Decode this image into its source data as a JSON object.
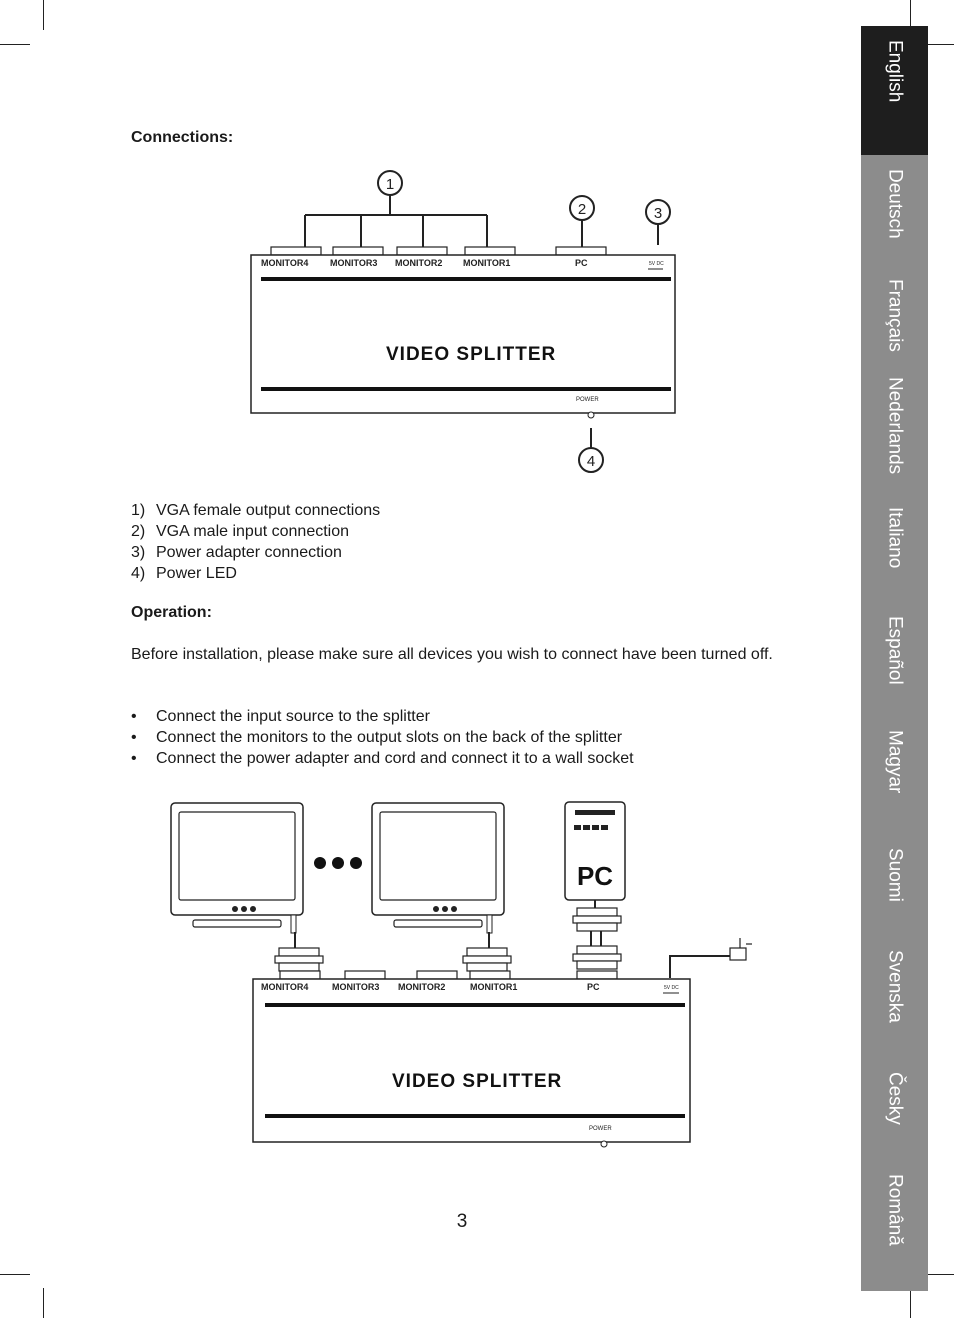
{
  "connections": {
    "heading": "Connections:",
    "items": [
      {
        "marker": "1)",
        "text": "VGA female output connections"
      },
      {
        "marker": "2)",
        "text": "VGA male input connection"
      },
      {
        "marker": "3)",
        "text": "Power adapter connection"
      },
      {
        "marker": "4)",
        "text": "Power LED"
      }
    ]
  },
  "diagram": {
    "callouts": [
      "1",
      "2",
      "3",
      "4"
    ],
    "port_labels": [
      "MONITOR4",
      "MONITOR3",
      "MONITOR2",
      "MONITOR1",
      "PC"
    ],
    "dc_label": "5V DC",
    "device_title": "VIDEO SPLITTER",
    "power_label": "POWER",
    "pc_label": "PC"
  },
  "operation": {
    "heading": "Operation:",
    "intro": "Before installation, please make sure all devices you wish to connect have been turned off.",
    "steps": [
      {
        "marker": "•",
        "text": "Connect the input source to the splitter"
      },
      {
        "marker": "•",
        "text": "Connect the monitors to the output slots on the back of the splitter"
      },
      {
        "marker": "•",
        "text": "Connect the power adapter and cord and connect it to a wall socket"
      }
    ]
  },
  "page_number": "3",
  "language_tabs": [
    "English",
    "Deutsch",
    "Français",
    "Nederlands",
    "Italiano",
    "Español",
    "Magyar",
    "Suomi",
    "Svenska",
    "Česky",
    "Română"
  ]
}
